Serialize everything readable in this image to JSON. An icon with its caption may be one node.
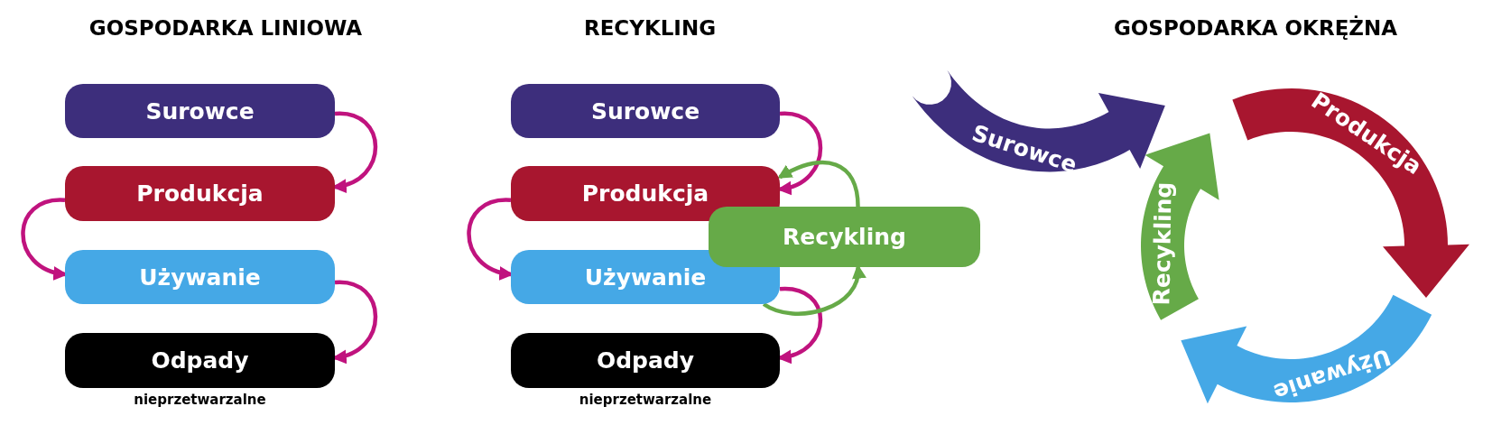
{
  "diagram": {
    "nodes": [
      {
        "text": [
          "Surowce"
        ]
      },
      {
        "text": [
          "Produkcja"
        ]
      },
      {
        "text": [
          "Używanie"
        ]
      },
      {
        "text": [
          "Odpady"
        ],
        "beside": [
          "nieprzetwarzalne"
        ]
      },
      {
        "text": [
          "Surowce"
        ]
      },
      {
        "text": [
          "Produkcja"
        ]
      },
      {
        "text": [
          "Używanie"
        ]
      },
      {
        "text": [
          "Odpady"
        ],
        "beside": [
          "nieprzetwarzalne"
        ]
      },
      {
        "text": [
          "Recykling"
        ]
      },
      {
        "text": [
          "Surowce"
        ]
      },
      {
        "text": [
          "Produkcja"
        ]
      },
      {
        "text": [
          "Używanie"
        ]
      },
      {
        "text": [
          "Recykling"
        ]
      }
    ],
    "edges": [
      {
        "from": 0,
        "to": 1,
        "arrow": "to"
      },
      {
        "from": 1,
        "to": 2,
        "arrow": "to"
      },
      {
        "from": 2,
        "to": 3,
        "arrow": "to"
      },
      {
        "from": 4,
        "to": 5,
        "arrow": "to"
      },
      {
        "from": 5,
        "to": 6,
        "arrow": "to"
      },
      {
        "from": 6,
        "to": 7,
        "arrow": "to"
      },
      {
        "from": 6,
        "to": 8,
        "arrow": "to",
        "color": "#66aa48"
      },
      {
        "from": 8,
        "to": 5,
        "arrow": "to",
        "color": "#66aa48"
      }
    ],
    "labels": [
      "GOSPODARKA LINIOWA",
      "RECYKLING",
      "GOSPODARKA OKRĘŻNA"
    ]
  }
}
